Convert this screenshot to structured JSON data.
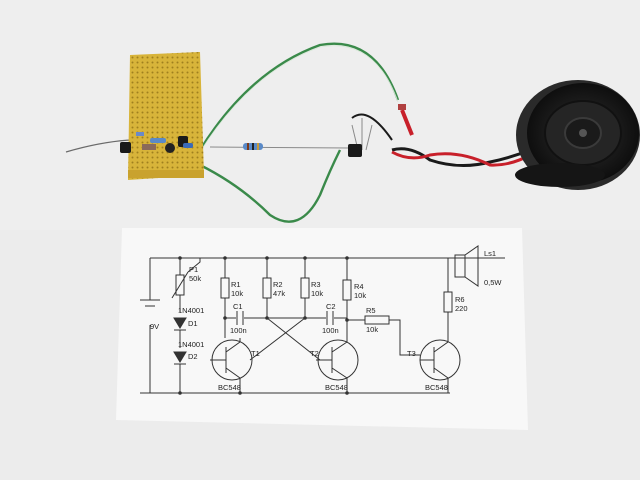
{
  "schematic": {
    "p1": {
      "ref": "P1",
      "value": "50k"
    },
    "d1": {
      "ref": "D1",
      "part": "1N4001"
    },
    "d2": {
      "ref": "D2",
      "part": "1N4001"
    },
    "battery": {
      "value": "9V"
    },
    "r1": {
      "ref": "R1",
      "value": "10k"
    },
    "r2": {
      "ref": "R2",
      "value": "47k"
    },
    "r3": {
      "ref": "R3",
      "value": "10k"
    },
    "r4": {
      "ref": "R4",
      "value": "10k"
    },
    "r5": {
      "ref": "R5",
      "value": "10k"
    },
    "r6": {
      "ref": "R6",
      "value": "220"
    },
    "c1": {
      "ref": "C1",
      "value": "100n"
    },
    "c2": {
      "ref": "C2",
      "value": "100n"
    },
    "t1": {
      "ref": "T1",
      "part": "BC548"
    },
    "t2": {
      "ref": "T2",
      "part": "BC548"
    },
    "t3": {
      "ref": "T3",
      "part": "BC548"
    },
    "speaker": {
      "ref": "Ls1",
      "rating": "0,5W"
    }
  },
  "colors": {
    "wall": "#ececec",
    "paper": "#f8f8f8",
    "board": "#d8b43a",
    "wire_green": "#3a8a4a",
    "wire_red": "#c8202a",
    "wire_black": "#1a1a1a",
    "speaker": "#1c1c1c"
  }
}
